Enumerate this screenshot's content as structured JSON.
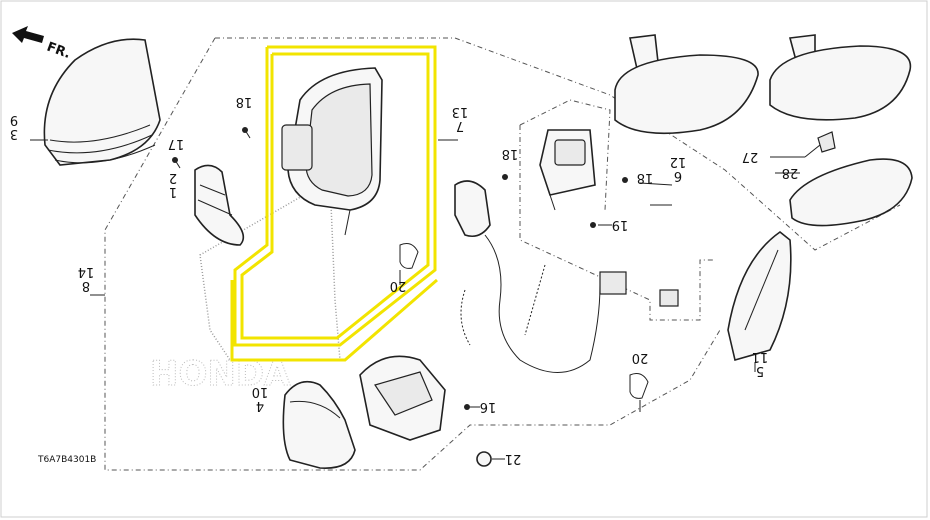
{
  "diagram": {
    "arrow_label": "FR.",
    "diagram_code": "T6A7B4301B",
    "colors": {
      "highlight": "#f2e400",
      "line": "#222222",
      "background": "#ffffff"
    },
    "callouts": [
      {
        "id": "c-3-9",
        "text": "3\n9"
      },
      {
        "id": "c-18a",
        "text": "18"
      },
      {
        "id": "c-17",
        "text": "17"
      },
      {
        "id": "c-1-2",
        "text": "1\n2"
      },
      {
        "id": "c-7-13",
        "text": "7\n13"
      },
      {
        "id": "c-18b",
        "text": "18"
      },
      {
        "id": "c-18c",
        "text": "18"
      },
      {
        "id": "c-6-12",
        "text": "6\n12"
      },
      {
        "id": "c-19",
        "text": "19"
      },
      {
        "id": "c-27",
        "text": "27"
      },
      {
        "id": "c-28",
        "text": "28"
      },
      {
        "id": "c-20a",
        "text": "20"
      },
      {
        "id": "c-8-14",
        "text": "8\n14"
      },
      {
        "id": "c-5-11",
        "text": "5\n11"
      },
      {
        "id": "c-20b",
        "text": "20"
      },
      {
        "id": "c-4-10",
        "text": "4\n10"
      },
      {
        "id": "c-16",
        "text": "16"
      },
      {
        "id": "c-21",
        "text": "21"
      }
    ]
  }
}
